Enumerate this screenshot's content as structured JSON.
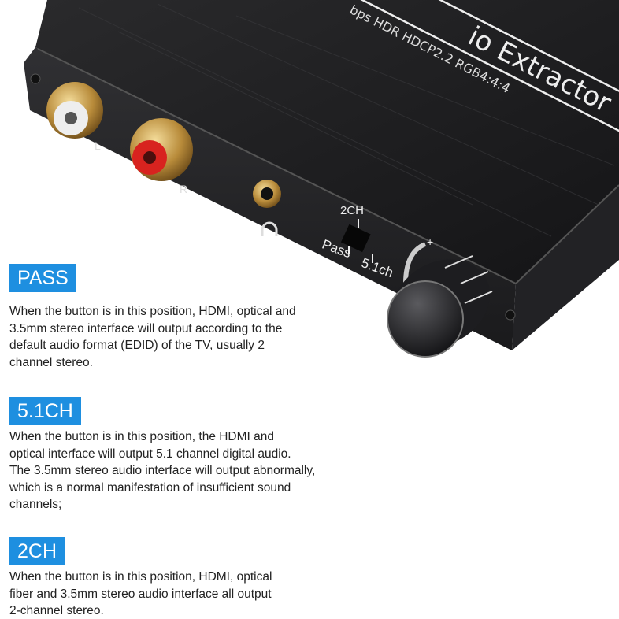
{
  "device": {
    "title_fragment": "io Extractor",
    "spec_fragment": "bps HDR HDCP2.2 RGB4:4:4",
    "port_labels": {
      "left": "L",
      "right": "R"
    },
    "switch_labels": {
      "top": "2CH",
      "left": "Pass",
      "right": "5.1ch"
    },
    "volume_label": "+"
  },
  "sections": [
    {
      "badge": "PASS",
      "text": "When the button is in this position, HDMI, optical and\n 3.5mm stereo interface will output according to the\ndefault audio format (EDID) of the TV, usually 2\nchannel stereo."
    },
    {
      "badge": "5.1CH",
      "text": "When the button is in this position, the HDMI and\noptical interface will output 5.1 channel digital audio.\nThe 3.5mm stereo audio interface will output abnormally,\nwhich is a normal manifestation of insufficient sound\nchannels;"
    },
    {
      "badge": "2CH",
      "text": "When the button is in this position, HDMI, optical\nfiber and 3.5mm stereo audio interface all output\n2-channel stereo."
    }
  ],
  "colors": {
    "badge": "#1e8fe0",
    "device": "#1b1b1d"
  }
}
